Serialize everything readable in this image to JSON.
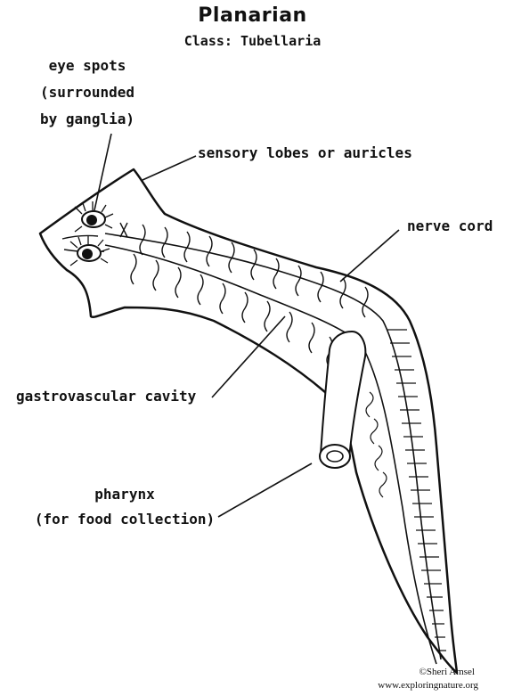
{
  "diagram": {
    "title": "Planarian",
    "subtitle": "Class: Tubellaria",
    "labels": {
      "eye_spots": [
        "eye spots",
        "(surrounded",
        "by ganglia)"
      ],
      "sensory_lobes": "sensory lobes or auricles",
      "nerve_cord": "nerve cord",
      "gastrovascular_cavity": "gastrovascular cavity",
      "pharynx": [
        "pharynx",
        "(for food collection)"
      ]
    },
    "credit": {
      "author": "©Sheri Amsel",
      "site": "www.exploringnature.org"
    },
    "colors": {
      "ink": "#111111",
      "background": "#ffffff"
    }
  }
}
